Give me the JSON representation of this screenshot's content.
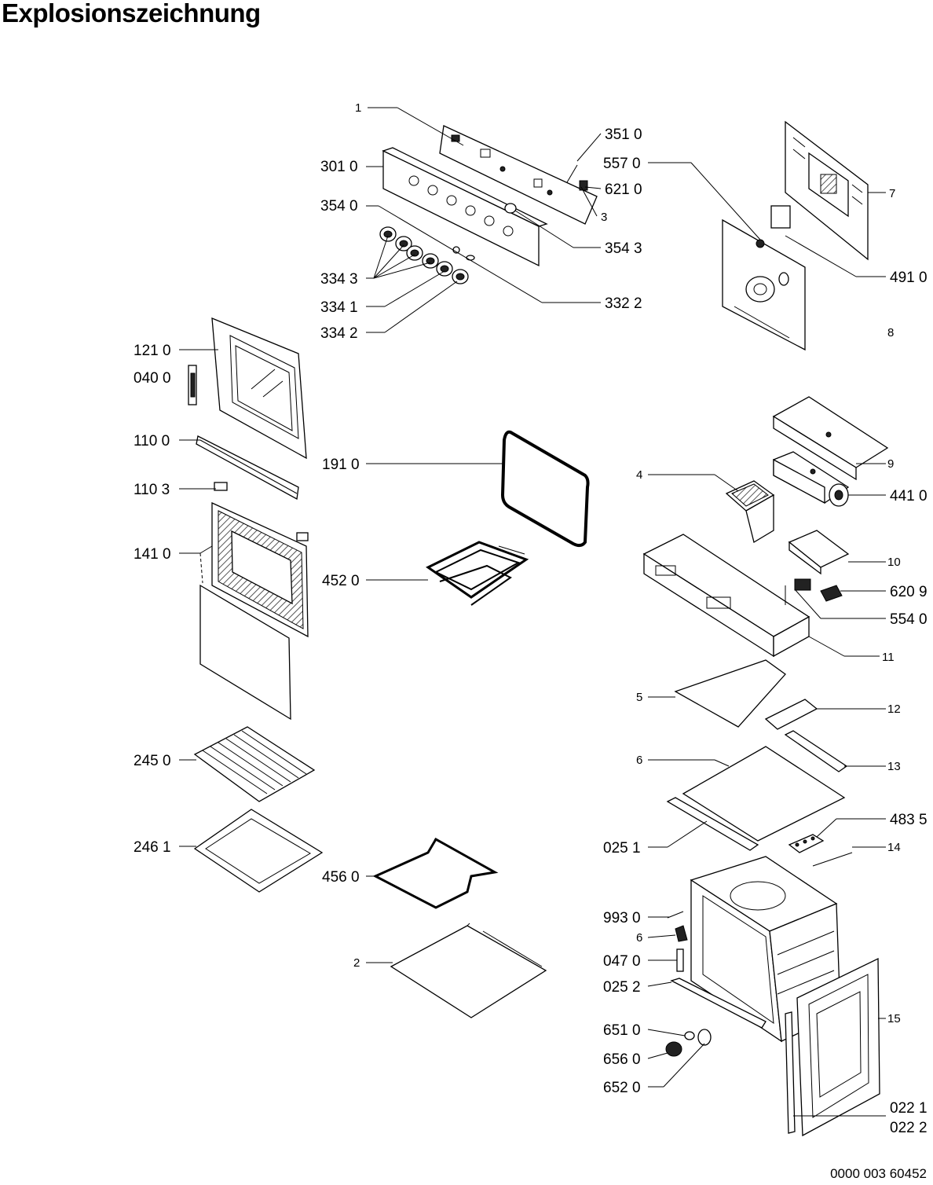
{
  "title": "Explosionszeichnung",
  "document_number": "0000 003 60452",
  "labels": [
    "1",
    "301 0",
    "354 0",
    "334 3",
    "334 1",
    "334 2",
    "351 0",
    "557 0",
    "621 0",
    "3",
    "354 3",
    "332 2",
    "7",
    "491 0",
    "8",
    "121 0",
    "040 0",
    "110 0",
    "110 3",
    "141 0",
    "191 0",
    "452 0",
    "9",
    "4",
    "441 0",
    "10",
    "620 9",
    "554 0",
    "11",
    "5",
    "12",
    "6",
    "13",
    "025 1",
    "483 5",
    "14",
    "245 0",
    "246 1",
    "456 0",
    "2",
    "993 0",
    "6",
    "047 0",
    "025 2",
    "651 0",
    "656 0",
    "652 0",
    "15",
    "022 1",
    "022 2"
  ]
}
